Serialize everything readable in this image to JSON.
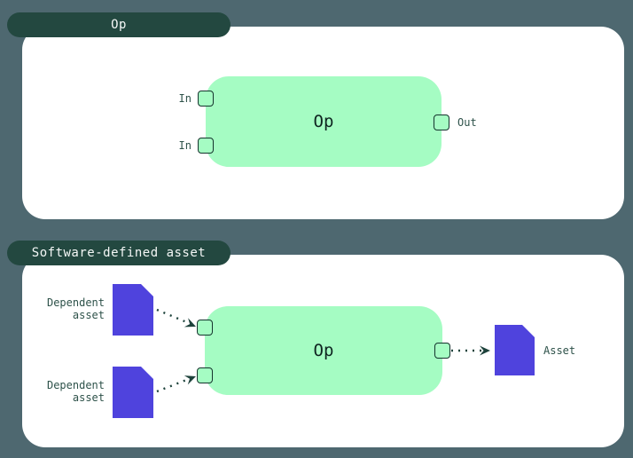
{
  "palette": {
    "background": "#4e6870",
    "tab_bg": "#234840",
    "tab_text": "#f4f7f6",
    "panel_bg": "#ffffff",
    "node_fill": "#a5fcc3",
    "node_text": "#0e2420",
    "port_border": "#15332d",
    "label_text": "#2e524a",
    "asset_fill": "#4f43dd",
    "arrow": "#1d423b"
  },
  "op_section": {
    "tab_label": "Op",
    "node_label": "Op",
    "input_labels": [
      "In",
      "In"
    ],
    "output_label": "Out"
  },
  "sda_section": {
    "tab_label": "Software-defined asset",
    "node_label": "Op",
    "dependent_assets": [
      {
        "label": "Dependent asset"
      },
      {
        "label": "Dependent asset"
      }
    ],
    "output_asset": {
      "label": "Asset"
    }
  }
}
